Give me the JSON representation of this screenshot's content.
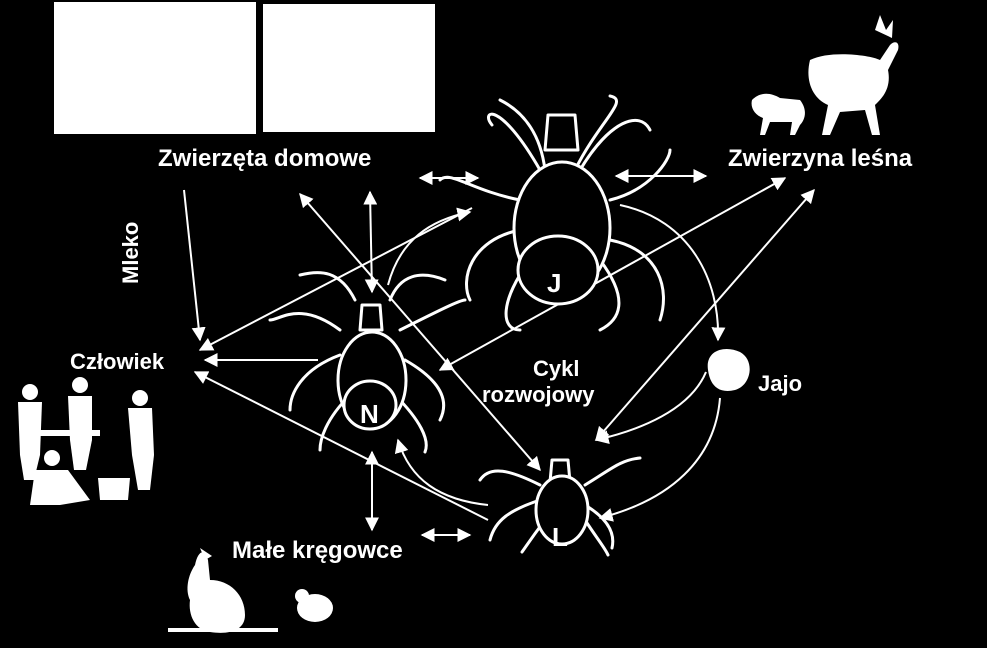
{
  "labels": {
    "domestic": "Zwierzęta domowe",
    "wild": "Zwierzyna leśna",
    "human": "Człowiek",
    "milk": "Mleko",
    "small": "Małe kręgowce",
    "egg": "Jajo",
    "cycle_1": "Cykl",
    "cycle_2": "rozwojowy"
  },
  "stages": {
    "adult": "J",
    "nymph": "N",
    "larva": "L"
  },
  "colors": {
    "background": "#000000",
    "foreground": "#ffffff"
  }
}
